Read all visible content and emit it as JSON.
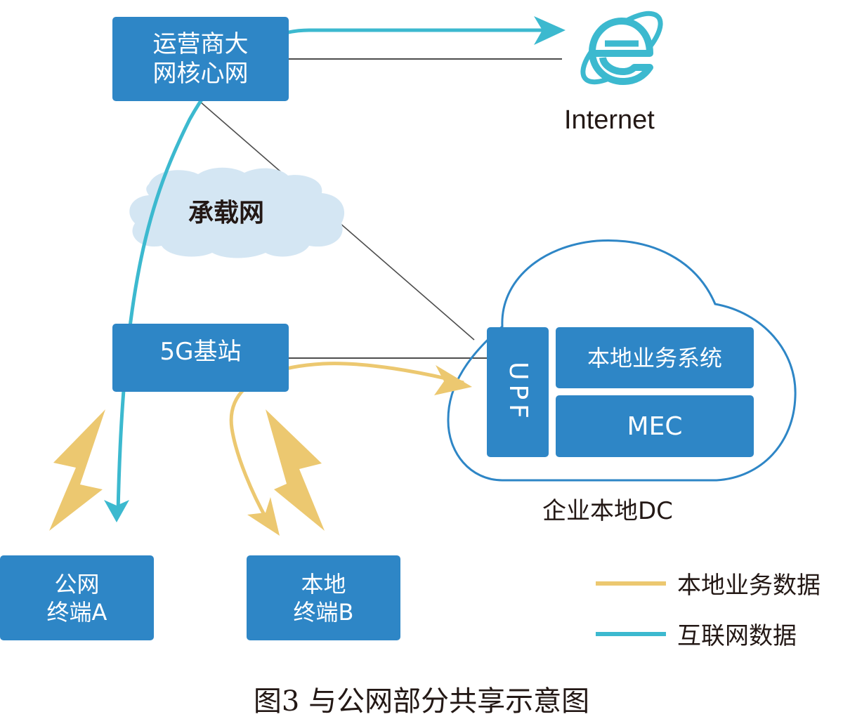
{
  "colors": {
    "box_fill": "#2e86c6",
    "internet_data": "#3cb9cf",
    "local_data": "#ecc870",
    "connector_line": "#4d4d4d",
    "bearer_cloud": "#d4e6f3",
    "dc_cloud_outline": "#2e86c6",
    "text_dark": "#231815"
  },
  "nodes": {
    "core_network": {
      "lines": [
        "运营商大",
        "网核心网"
      ]
    },
    "base_station": {
      "label": "5G基站"
    },
    "terminal_a": {
      "lines": [
        "公网",
        "终端A"
      ]
    },
    "terminal_b": {
      "lines": [
        "本地",
        "终端B"
      ]
    },
    "upf": {
      "label": "UPF"
    },
    "local_system": {
      "label": "本地业务系统"
    },
    "mec": {
      "label": "MEC"
    },
    "internet": {
      "label": "Internet",
      "icon": "internet-explorer-icon"
    },
    "bearer_network": {
      "label": "承载网"
    },
    "enterprise_dc": {
      "label": "企业本地DC"
    }
  },
  "links": [
    {
      "from": "core_network",
      "to": "internet",
      "type": "connector"
    },
    {
      "from": "core_network",
      "to": "enterprise_dc",
      "type": "connector"
    },
    {
      "from": "base_station",
      "to": "enterprise_dc",
      "type": "connector"
    },
    {
      "from": "base_station",
      "to": "terminal_a",
      "type": "wireless"
    },
    {
      "from": "base_station",
      "to": "terminal_b",
      "type": "wireless"
    }
  ],
  "flows": [
    {
      "name": "互联网数据",
      "path": [
        "terminal_a",
        "base_station",
        "core_network",
        "internet"
      ],
      "bidirectional": true
    },
    {
      "name": "本地业务数据",
      "path": [
        "terminal_b",
        "base_station",
        "upf"
      ],
      "bidirectional": true
    }
  ],
  "legend": [
    {
      "label": "本地业务数据",
      "color": "#ecc870"
    },
    {
      "label": "互联网数据",
      "color": "#3cb9cf"
    }
  ],
  "caption": "图3 与公网部分共享示意图"
}
